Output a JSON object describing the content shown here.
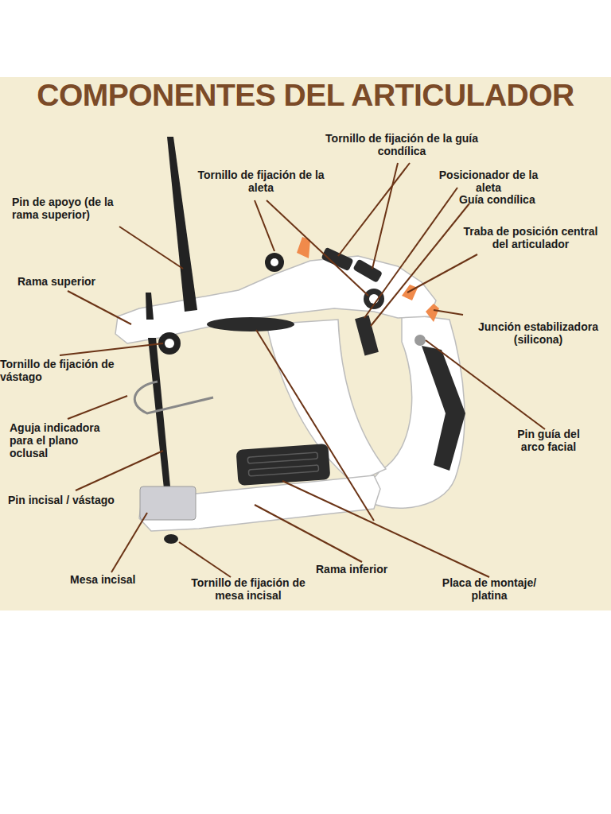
{
  "diagram": {
    "title": "COMPONENTES DEL ARTICULADOR",
    "labels": [
      "Tornillo de fijación de la guía condílica",
      "Tornillo de fijación de la aleta",
      "Posicionador de la aleta",
      "Guía condílica",
      "Pin de apoyo (de la rama superior)",
      "Traba de posición central del articulador",
      "Rama superior",
      "Junción estabilizadora (silicona)",
      "Tornillo de fijación de vástago",
      "Aguja indicadora para el plano oclusal",
      "Pin guía del arco facial",
      "Pin incisal / vástago",
      "Rama inferior",
      "Mesa incisal",
      "Tornillo de fijación de mesa incisal",
      "Placa de montaje/ platina"
    ]
  }
}
